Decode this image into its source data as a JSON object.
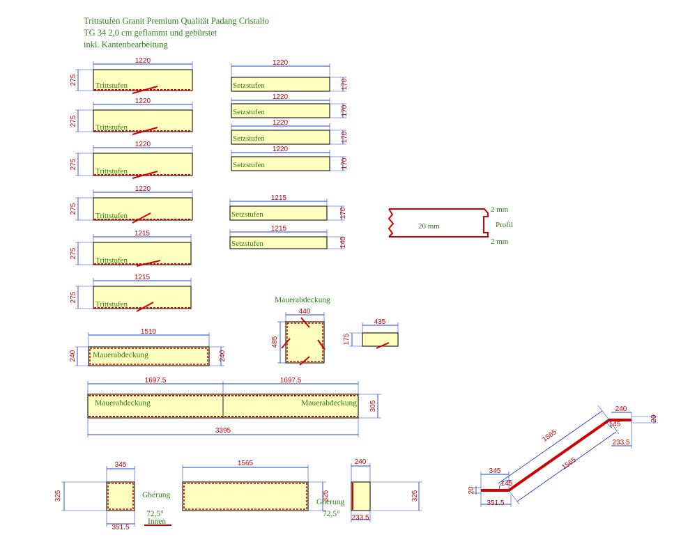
{
  "header": {
    "line1": "Trittstufen Granit Premium Qualität Padang Cristallo",
    "line2": "TG 34 2,0 cm geflammt und gebürstet",
    "line3": "inkl. Kantenbearbeitung"
  },
  "trittstufen": [
    {
      "label": "Trittstufen",
      "width": "1220",
      "height": "275"
    },
    {
      "label": "Trittstufen",
      "width": "1220",
      "height": "275"
    },
    {
      "label": "Trittstufen",
      "width": "1220",
      "height": "275"
    },
    {
      "label": "Trittstufen",
      "width": "1220",
      "height": "275"
    },
    {
      "label": "Trittstufen",
      "width": "1215",
      "height": "275"
    },
    {
      "label": "Trittstufen",
      "width": "1215",
      "height": "275"
    }
  ],
  "setzstufen": [
    {
      "label": "Setzstufen",
      "width": "1220",
      "height": "170"
    },
    {
      "label": "Setzstufen",
      "width": "1220",
      "height": "170"
    },
    {
      "label": "Setzstufen",
      "width": "1220",
      "height": "170"
    },
    {
      "label": "Setzstufen",
      "width": "1220",
      "height": "170"
    },
    {
      "label": "Setzstufen",
      "width": "1215",
      "height": "170"
    },
    {
      "label": "Setzstufen",
      "width": "1215",
      "height": "140"
    }
  ],
  "profil": {
    "thickness": "20 mm",
    "label": "Profil",
    "top": "2 mm",
    "bottom": "2 mm"
  },
  "mauer_small": {
    "title": "Mauerabdeckung",
    "w1": "440",
    "h1": "485",
    "w2": "435",
    "h2": "175"
  },
  "mauer_1510": {
    "label": "Mauerabdeckung",
    "width": "1510",
    "height_left": "240",
    "height_right": "240"
  },
  "mauer_long": {
    "label_left": "Mauerabdeckung",
    "label_right": "Mauerabdeckung",
    "w_left": "1697.5",
    "w_right": "1697.5",
    "height": "305",
    "total": "3395"
  },
  "bottom": {
    "w345": "345",
    "h325a": "325",
    "w351": "351.5",
    "gherung1": "Gherung",
    "angle1": "72,5°",
    "innen": "Innen",
    "w1565": "1565",
    "h325b": "325",
    "gherung2": "Gherung",
    "angle2": "72,5°",
    "w240": "240",
    "h325c": "325",
    "w233": "233.5"
  },
  "stair": {
    "upper_len": "1565",
    "lower_len": "1565",
    "w240": "240",
    "w233": "233.5",
    "w345": "345",
    "w351": "351.5",
    "angle_top": "145",
    "angle_bottom": "145",
    "h_left": "20",
    "h_right": "20"
  }
}
